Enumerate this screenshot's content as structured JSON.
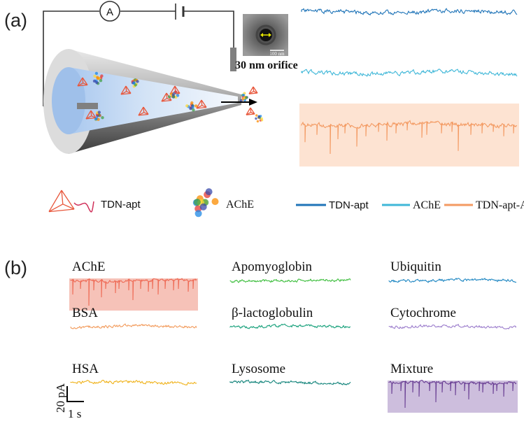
{
  "panels": {
    "a_label": "(a)",
    "b_label": "(b)"
  },
  "panel_a": {
    "ammeter_symbol": "A",
    "orifice_label": "30 nm orifice",
    "tem_scale_label": "100 nm",
    "legend_icons": [
      {
        "label": "TDN-apt"
      },
      {
        "label": "AChE"
      }
    ],
    "trace_legend": [
      {
        "label": "TDN-apt",
        "color": "#1f74b8"
      },
      {
        "label": "AChE",
        "color": "#3fb7d8"
      },
      {
        "label": "TDN-apt-AChE",
        "color": "#f39a62"
      }
    ],
    "traces": [
      {
        "name": "TDN-apt",
        "color": "#1f74b8",
        "highlight": false,
        "event_depths": []
      },
      {
        "name": "AChE",
        "color": "#3fb7d8",
        "highlight": false,
        "event_depths": []
      },
      {
        "name": "TDN-apt-AChE",
        "color": "#f39a62",
        "highlight": true,
        "highlight_color": "#fde3d2",
        "event_depths": [
          0.6,
          0.35,
          1.0,
          0.5,
          0.3,
          0.75,
          0.4,
          0.25,
          0.55,
          0.3,
          0.2,
          0.45,
          0.35,
          0.3,
          0.25,
          0.9,
          0.35,
          0.3,
          0.25,
          0.4,
          0.3
        ]
      }
    ]
  },
  "panel_b": {
    "traces": [
      {
        "label": "AChE",
        "color": "#ee6a55",
        "highlight": true,
        "highlight_color": "#f6c2b8",
        "event_depths": [
          0.5,
          0.3,
          0.9,
          0.35,
          0.6,
          0.3,
          0.45,
          0.3,
          0.35,
          0.7,
          0.3,
          0.4,
          0.3,
          0.5,
          0.3,
          0.35,
          0.3,
          0.4,
          0.3
        ]
      },
      {
        "label": "Apomyoglobin",
        "color": "#3bbd3b",
        "highlight": false,
        "event_depths": []
      },
      {
        "label": "Ubiquitin",
        "color": "#1d86c2",
        "highlight": false,
        "event_depths": []
      },
      {
        "label": "BSA",
        "color": "#f29a5a",
        "highlight": false,
        "event_depths": []
      },
      {
        "label": "β-lactoglobulin",
        "color": "#16a07a",
        "highlight": false,
        "event_depths": []
      },
      {
        "label": "Cytochrome",
        "color": "#9b7ccc",
        "highlight": false,
        "event_depths": []
      },
      {
        "label": "HSA",
        "color": "#f0b21a",
        "highlight": false,
        "event_depths": []
      },
      {
        "label": "Lysosome",
        "color": "#11837a",
        "highlight": false,
        "event_depths": []
      },
      {
        "label": "Mixture",
        "color": "#6a3f94",
        "highlight": true,
        "highlight_color": "#cdbedd",
        "event_depths": [
          0.4,
          0.3,
          0.9,
          0.35,
          0.5,
          0.3,
          0.7,
          0.35,
          0.3,
          0.45,
          0.3,
          0.6,
          0.3,
          0.35,
          0.4,
          0.3,
          0.5,
          0.3
        ]
      }
    ],
    "scale_bar": {
      "current_label": "20 pA",
      "time_label": "1 s"
    }
  }
}
